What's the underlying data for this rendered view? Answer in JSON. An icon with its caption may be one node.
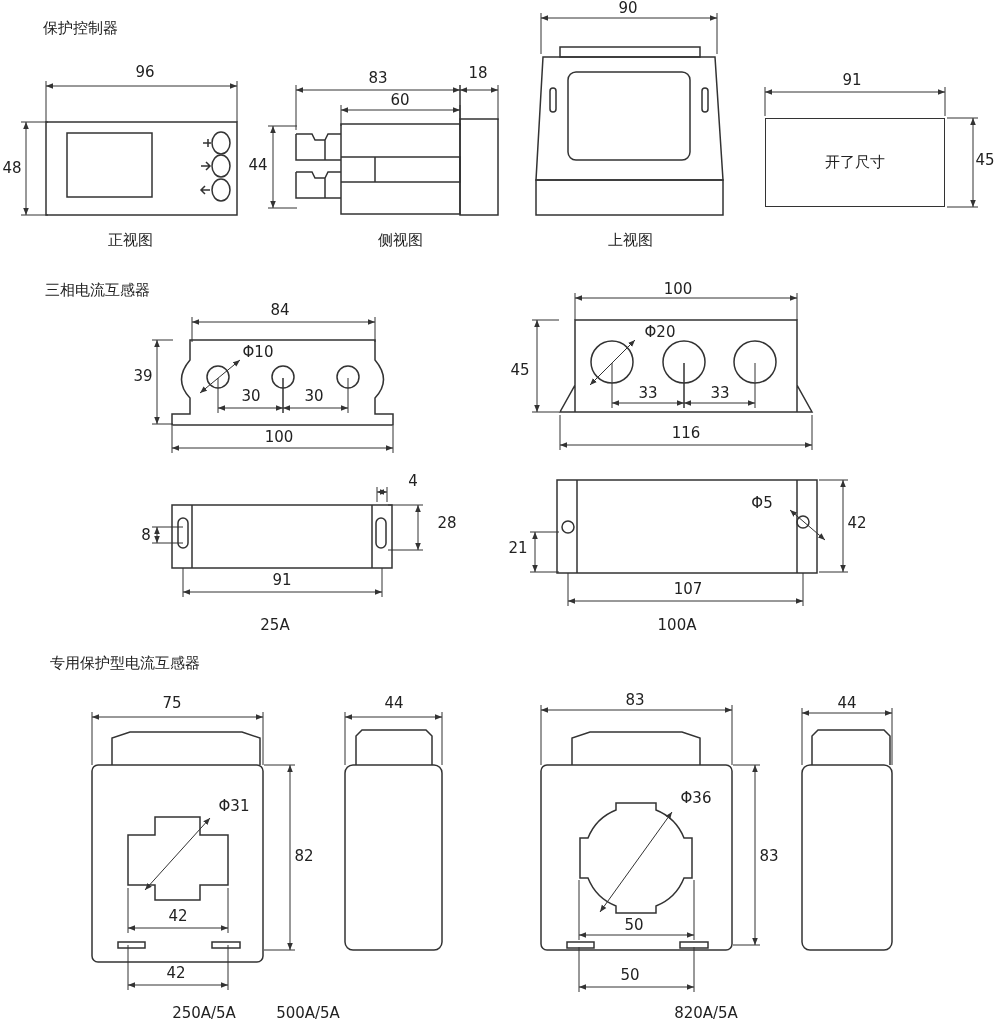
{
  "diagram": {
    "nodes": [
      {
        "text": [
          "开了尺寸"
        ]
      }
    ],
    "edges": [],
    "labels": [
      "保护控制器",
      "96",
      "48",
      "83",
      "60",
      "18",
      "44",
      "90",
      "91",
      "45",
      "正视图",
      "侧视图",
      "上视图",
      "三相电流互感器",
      "84",
      "Φ10",
      "39",
      "30",
      "30",
      "100",
      "100",
      "Φ20",
      "45",
      "33",
      "33",
      "116",
      "4",
      "8",
      "28",
      "91",
      "Φ5",
      "42",
      "21",
      "107",
      "25A",
      "100A",
      "专用保护型电流互感器",
      "75",
      "44",
      "83",
      "44",
      "Φ31",
      "82",
      "Φ36",
      "83",
      "42",
      "50",
      "42",
      "50",
      "250A/5A",
      "500A/5A",
      "820A/5A"
    ]
  }
}
